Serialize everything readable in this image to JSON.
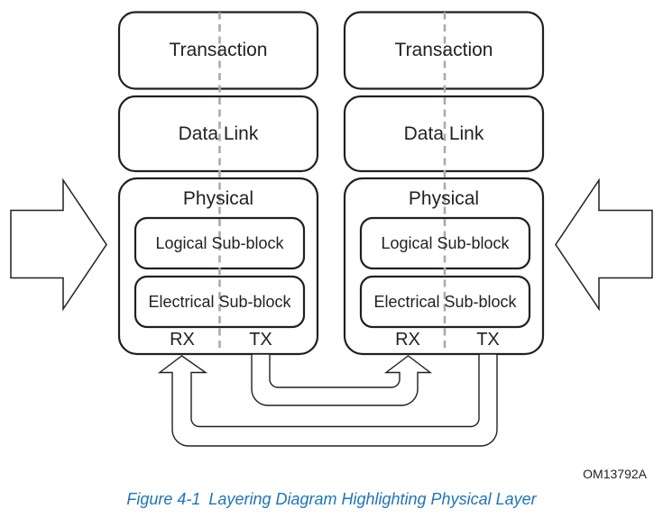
{
  "figure": {
    "caption_label": "Figure 4-1",
    "caption_title": "Layering Diagram Highlighting Physical Layer",
    "watermark": "OM13792A"
  },
  "colors": {
    "line": "#231f20",
    "dashed_line": "#a8aaad",
    "box_fill": "#ffffff",
    "caption_blue": "#1f74ba"
  },
  "stacks": [
    {
      "side": "left",
      "transaction_label": "Transaction",
      "data_link_label": "Data Link",
      "physical": {
        "label": "Physical",
        "logical_label": "Logical Sub-block",
        "electrical_label": "Electrical Sub-block",
        "rx_label": "RX",
        "tx_label": "TX"
      }
    },
    {
      "side": "right",
      "transaction_label": "Transaction",
      "data_link_label": "Data Link",
      "physical": {
        "label": "Physical",
        "logical_label": "Logical Sub-block",
        "electrical_label": "Electrical Sub-block",
        "rx_label": "RX",
        "tx_label": "TX"
      }
    }
  ]
}
